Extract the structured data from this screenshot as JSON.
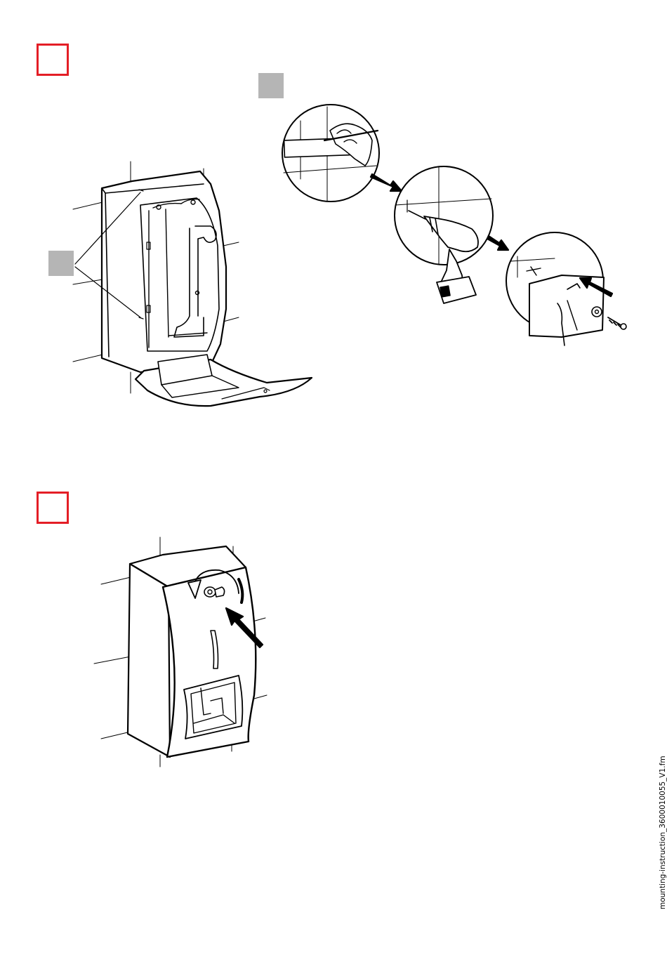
{
  "page": {
    "footer_filename": "mounting-instruction_3600010055_V1.fm"
  },
  "colors": {
    "step_frame": "#e41e26",
    "callout_fill": "#b5b5b5",
    "line": "#000000"
  },
  "steps": [
    {
      "id": "step-1",
      "illustration": "open-dispenser-mark-drill-screw-icon"
    },
    {
      "id": "step-2",
      "illustration": "closed-dispenser-lock-key-icon"
    }
  ]
}
